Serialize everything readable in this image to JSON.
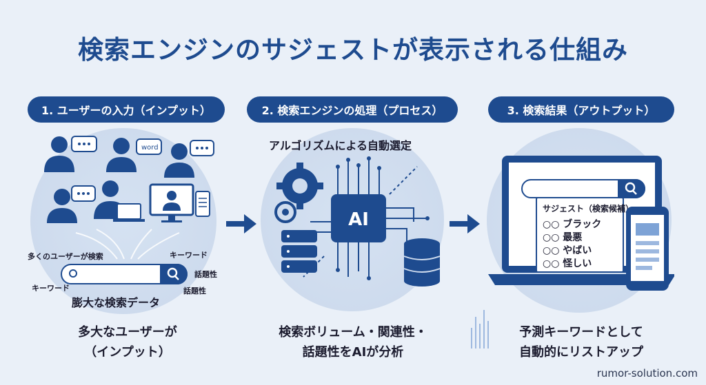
{
  "title": "検索エンジンのサジェストが表示される仕組み",
  "steps": [
    {
      "label": "1. ユーザーの入力（インプット）",
      "caption_line1": "多大なユーザーが",
      "caption_line2": "（インプット）"
    },
    {
      "label": "2. 検索エンジンの処理（プロセス）",
      "caption_line1": "検索ボリューム・関連性・",
      "caption_line2": "話題性をAIが分析"
    },
    {
      "label": "3. 検索結果（アウトプット）",
      "caption_line1": "予測キーワードとして",
      "caption_line2": "自動的にリストアップ"
    }
  ],
  "input_panel": {
    "many_users": "多くのユーザーが検索",
    "keyword_right": "キーワード",
    "keyword_left": "キーワード",
    "topicality_1": "話題性",
    "topicality_2": "話題性",
    "big_data": "膨大な検索データ",
    "bubble_word": "word"
  },
  "process_panel": {
    "heading": "アルゴリズムによる自動選定",
    "chip": "AI"
  },
  "output_panel": {
    "suggest_heading": "サジェスト（検索候補）",
    "suggestions": [
      "○○ ブラック",
      "○○ 最悪",
      "○○ やばい",
      "○○ 怪しい"
    ]
  },
  "footer": "rumor-solution.com",
  "colors": {
    "navy": "#1e4b8f",
    "background": "#eaf0f8",
    "circle": "#cfdcee"
  }
}
